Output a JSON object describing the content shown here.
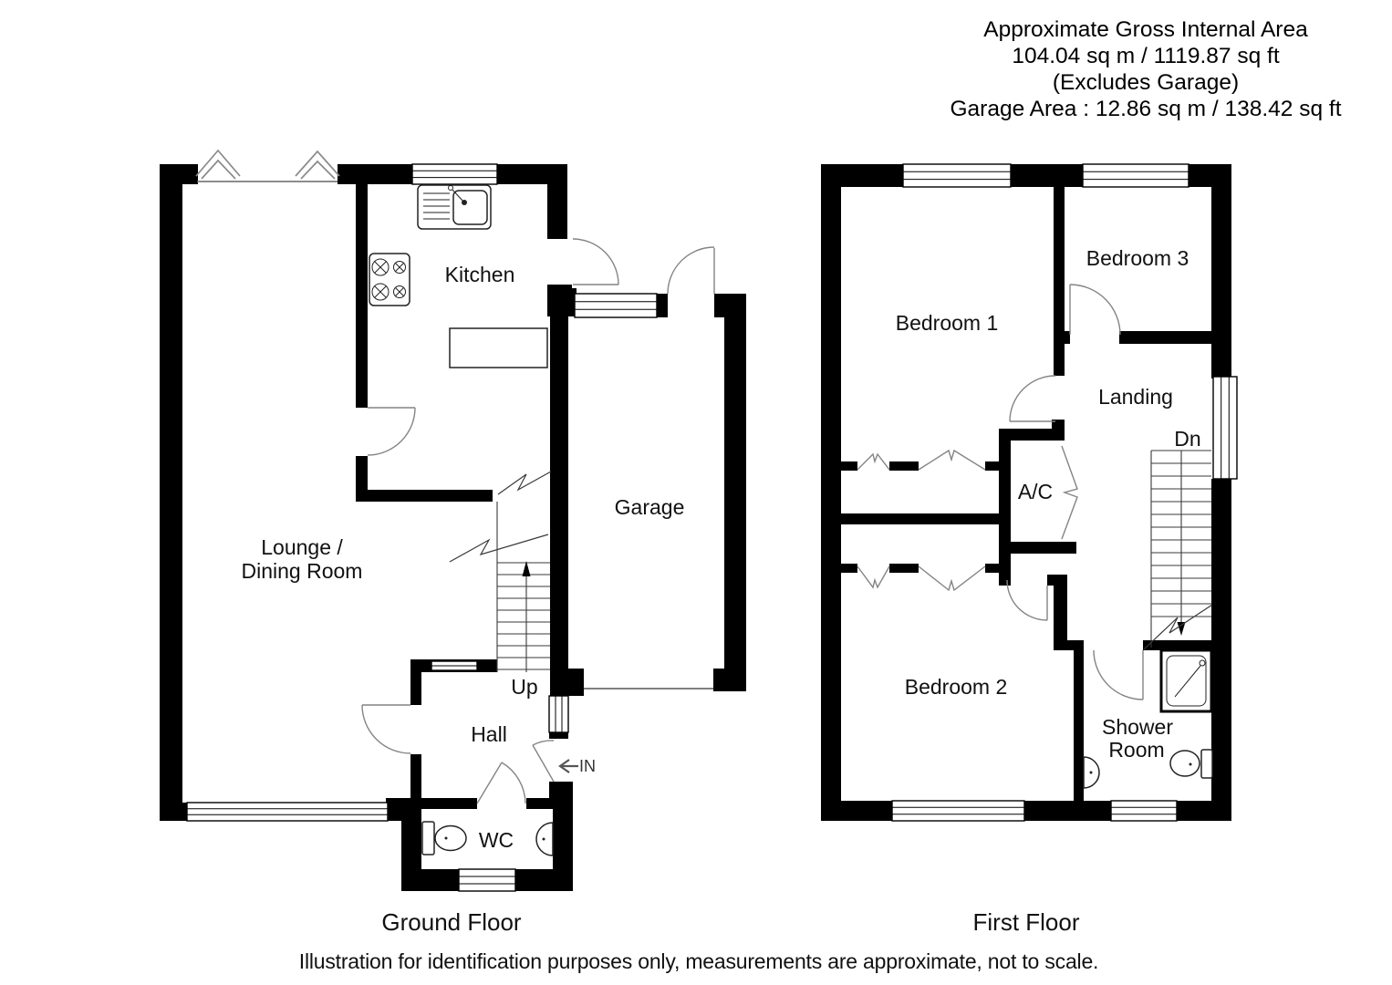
{
  "header": {
    "line1": "Approximate Gross Internal Area",
    "line2": "104.04 sq m / 1119.87 sq ft",
    "line3": "(Excludes Garage)",
    "line4": "Garage Area : 12.86 sq m / 138.42 sq ft"
  },
  "ground_floor": {
    "title": "Ground Floor",
    "rooms": {
      "kitchen": "Kitchen",
      "lounge_line1": "Lounge /",
      "lounge_line2": "Dining Room",
      "garage": "Garage",
      "hall": "Hall",
      "wc": "WC"
    },
    "stairs_label": "Up",
    "entrance_label": "IN"
  },
  "first_floor": {
    "title": "First Floor",
    "rooms": {
      "bedroom1": "Bedroom 1",
      "bedroom2": "Bedroom 2",
      "bedroom3": "Bedroom 3",
      "landing": "Landing",
      "ac": "A/C",
      "shower_line1": "Shower",
      "shower_line2": "Room"
    },
    "stairs_label": "Dn"
  },
  "footer": {
    "disclaimer": "Illustration for identification purposes only, measurements are approximate, not to scale."
  },
  "colors": {
    "wall": "#000000",
    "background": "#ffffff",
    "door_arc": "#848484",
    "fixture_line": "#222222",
    "text": "#111111"
  }
}
